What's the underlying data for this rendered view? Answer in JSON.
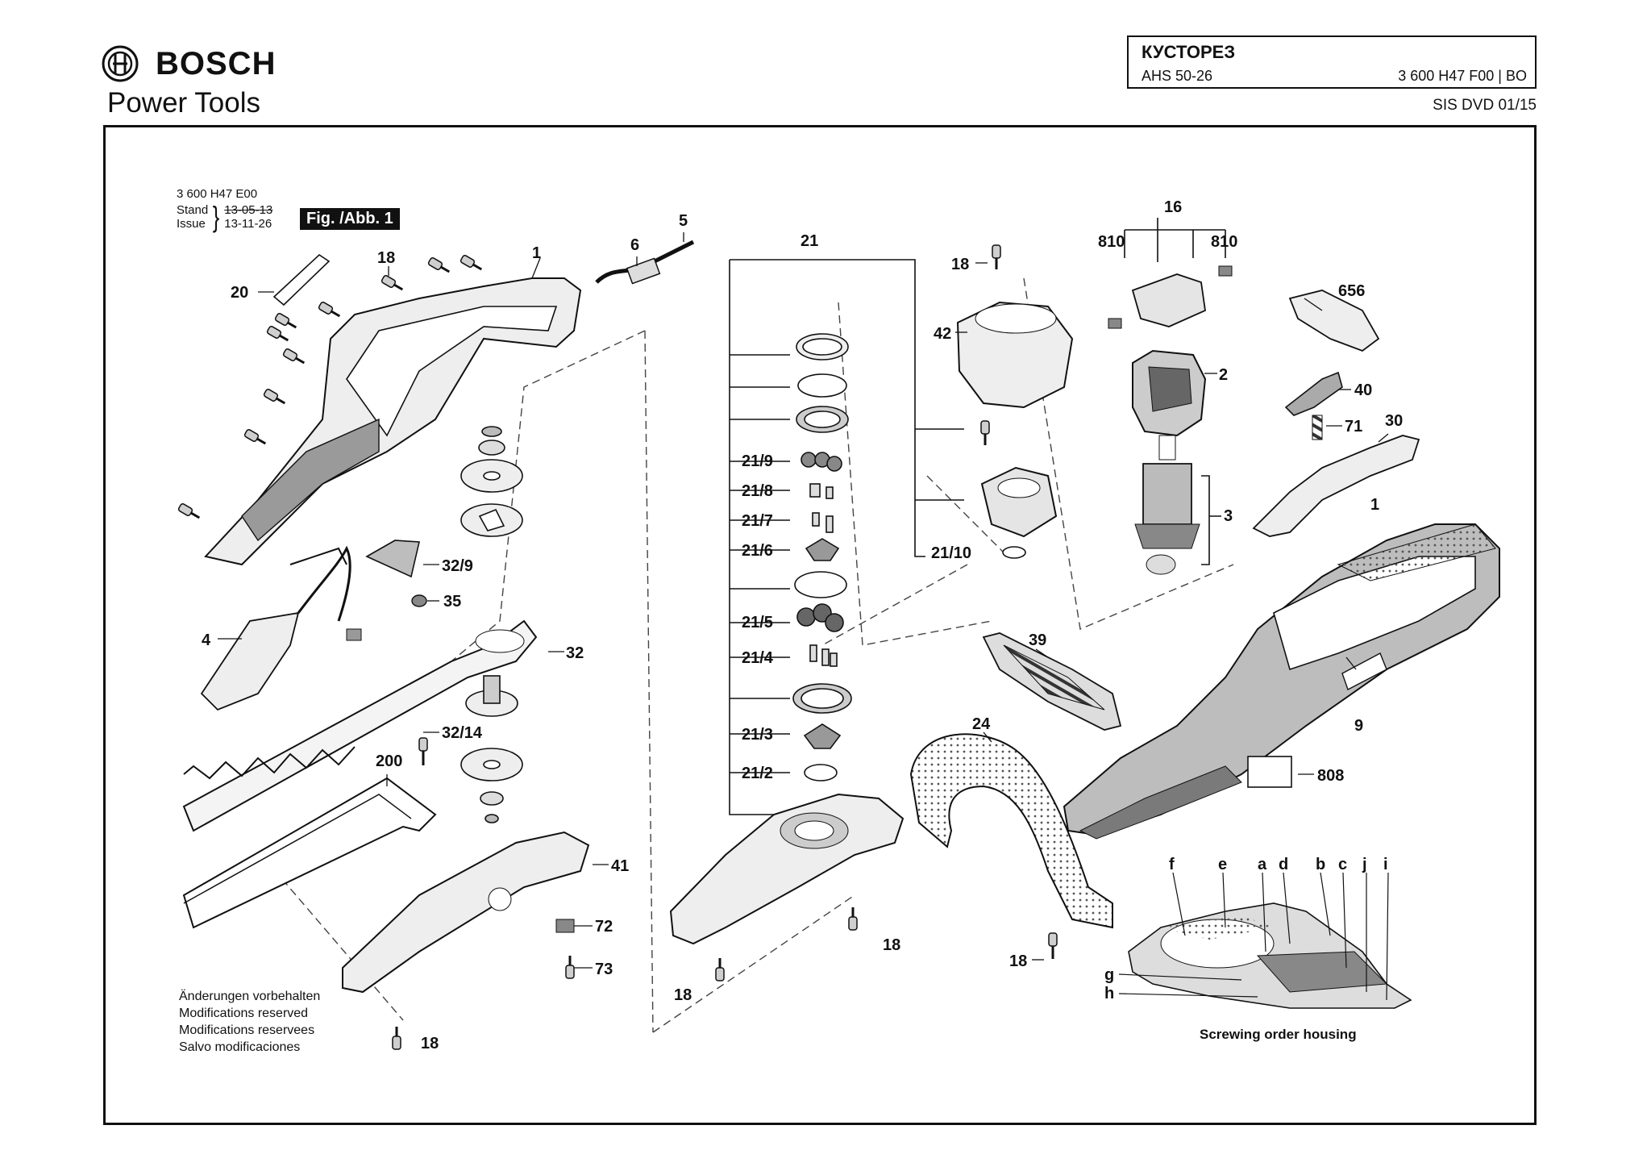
{
  "brand": {
    "name": "BOSCH",
    "subtitle": "Power Tools"
  },
  "title_box": {
    "name": "КУСТОРЕЗ",
    "model": "AHS 50-26",
    "part_number": "3 600 H47 F00 | BO"
  },
  "dvd_label": "SIS DVD 01/15",
  "meta": {
    "doc_number": "3 600 H47 E00",
    "stand_label": "Stand",
    "issue_label": "Issue",
    "stand_date": "13-05-13",
    "issue_date": "13-11-26"
  },
  "figure_label": "Fig. /Abb. 1",
  "notes": [
    "Änderungen vorbehalten",
    "Modifications reserved",
    "Modifications reservees",
    "Salvo modificaciones"
  ],
  "screwing_caption": "Screwing order housing",
  "callouts": {
    "c1_left": "1",
    "c5": "5",
    "c6": "6",
    "c18_top": "18",
    "c20": "20",
    "c32_9": "32/9",
    "c35": "35",
    "c4": "4",
    "c32": "32",
    "c32_14": "32/14",
    "c200": "200",
    "c41": "41",
    "c72": "72",
    "c73": "73",
    "c18_bl": "18",
    "c21": "21",
    "c21_9": "21/9",
    "c21_8": "21/8",
    "c21_7": "21/7",
    "c21_6": "21/6",
    "c21_5": "21/5",
    "c21_4": "21/4",
    "c21_3": "21/3",
    "c21_2": "21/2",
    "c18_m1": "18",
    "c18_m2": "18",
    "c18_c": "18",
    "c42": "42",
    "c21_10": "21/10",
    "c16": "16",
    "c810_l": "810",
    "c810_r": "810",
    "c2": "2",
    "c3": "3",
    "c656": "656",
    "c40": "40",
    "c71": "71",
    "c30": "30",
    "c1_right": "1",
    "c39": "39",
    "c9": "9",
    "c24": "24",
    "c808": "808",
    "c18_r": "18",
    "f": "f",
    "e": "e",
    "a": "a",
    "d": "d",
    "b": "b",
    "c": "c",
    "j": "j",
    "i": "i",
    "g": "g",
    "h": "h"
  },
  "colors": {
    "ink": "#111111",
    "background": "#ffffff",
    "housing_gray": "#d9d9d9",
    "dark_gray": "#7a7a7a"
  }
}
